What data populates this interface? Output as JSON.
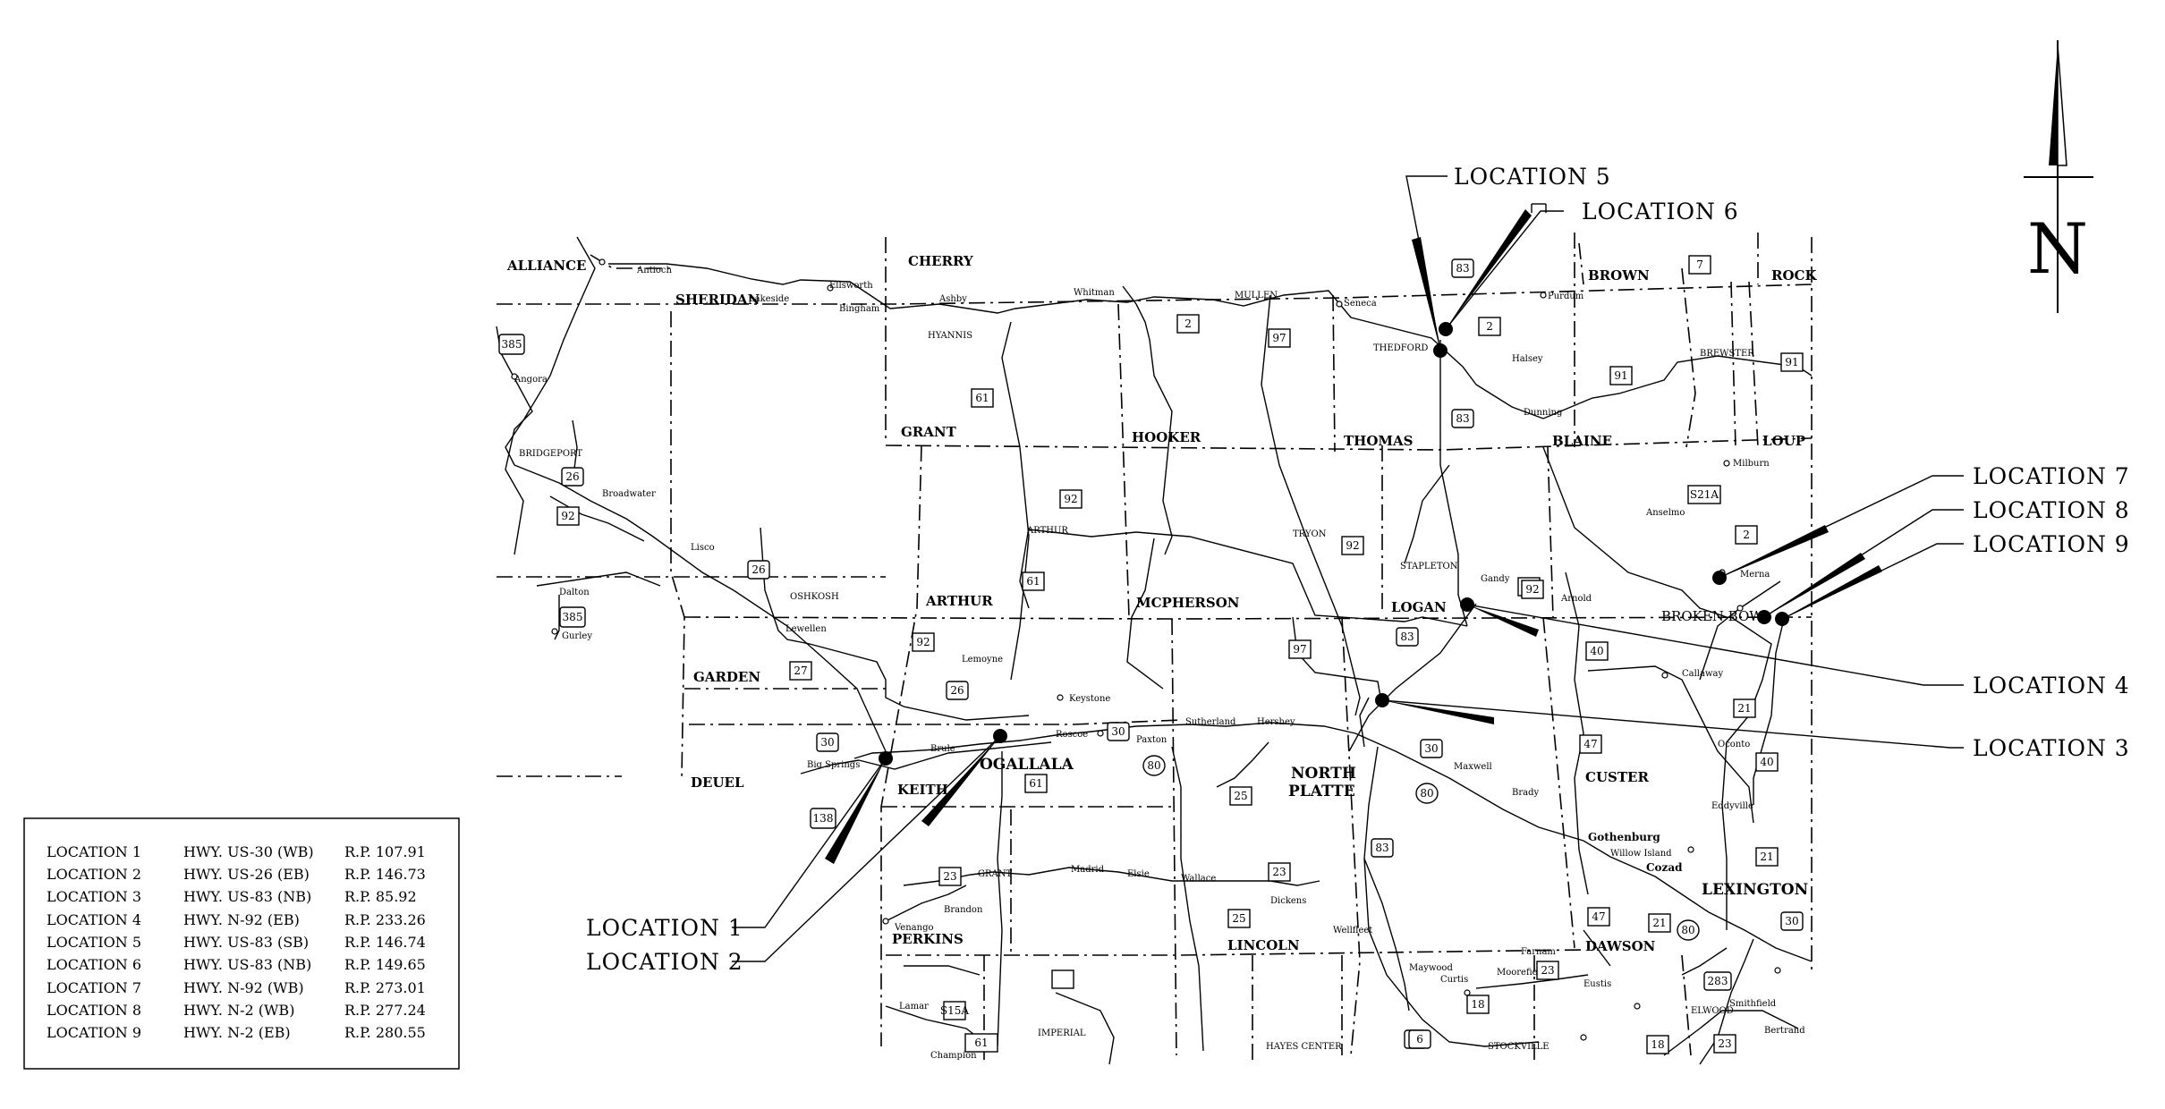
{
  "north_label": "N",
  "counties": [
    {
      "id": "alliance",
      "name": "ALLIANCE"
    },
    {
      "id": "sheridan",
      "name": "SHERIDAN"
    },
    {
      "id": "cherry",
      "name": "CHERRY"
    },
    {
      "id": "brown",
      "name": "BROWN"
    },
    {
      "id": "rock",
      "name": "ROCK"
    },
    {
      "id": "grant",
      "name": "GRANT"
    },
    {
      "id": "hooker",
      "name": "HOOKER"
    },
    {
      "id": "thomas",
      "name": "THOMAS"
    },
    {
      "id": "blaine",
      "name": "BLAINE"
    },
    {
      "id": "loup",
      "name": "LOUP"
    },
    {
      "id": "arthur",
      "name": "ARTHUR"
    },
    {
      "id": "mcpherson",
      "name": "MCPHERSON"
    },
    {
      "id": "logan",
      "name": "LOGAN"
    },
    {
      "id": "garden",
      "name": "GARDEN"
    },
    {
      "id": "deuel",
      "name": "DEUEL"
    },
    {
      "id": "keith",
      "name": "KEITH"
    },
    {
      "id": "custer",
      "name": "CUSTER"
    },
    {
      "id": "perkins",
      "name": "PERKINS"
    },
    {
      "id": "lincoln",
      "name": "LINCOLN"
    },
    {
      "id": "dawson",
      "name": "DAWSON"
    }
  ],
  "cities": [
    {
      "id": "ogallala",
      "name": "OGALLALA"
    },
    {
      "id": "north",
      "name": "NORTH"
    },
    {
      "id": "platte",
      "name": "PLATTE"
    },
    {
      "id": "lexington",
      "name": "LEXINGTON"
    },
    {
      "id": "brokenbow",
      "name": "BROKEN BOW"
    }
  ],
  "towns": [
    {
      "id": "antioch",
      "name": "Antioch"
    },
    {
      "id": "lakeside",
      "name": "Lakeside"
    },
    {
      "id": "ellsworth",
      "name": "Ellsworth"
    },
    {
      "id": "bingham",
      "name": "Bingham"
    },
    {
      "id": "ashby",
      "name": "Ashby"
    },
    {
      "id": "hyannis",
      "name": "HYANNIS"
    },
    {
      "id": "whitman",
      "name": "Whitman"
    },
    {
      "id": "mullen",
      "name": "MULLEN"
    },
    {
      "id": "seneca",
      "name": "Seneca"
    },
    {
      "id": "thedford",
      "name": "THEDFORD"
    },
    {
      "id": "purdum",
      "name": "Purdum"
    },
    {
      "id": "halsey",
      "name": "Halsey"
    },
    {
      "id": "dunning",
      "name": "Dunning"
    },
    {
      "id": "brewster",
      "name": "BREWSTER"
    },
    {
      "id": "milburn",
      "name": "Milburn"
    },
    {
      "id": "anselmo",
      "name": "Anselmo"
    },
    {
      "id": "merna",
      "name": "Merna"
    },
    {
      "id": "angora",
      "name": "Angora"
    },
    {
      "id": "bridgeport",
      "name": "BRIDGEPORT"
    },
    {
      "id": "broadwater",
      "name": "Broadwater"
    },
    {
      "id": "dalton",
      "name": "Dalton"
    },
    {
      "id": "gurley",
      "name": "Gurley"
    },
    {
      "id": "lisco",
      "name": "Lisco"
    },
    {
      "id": "oshkosh",
      "name": "OSHKOSH"
    },
    {
      "id": "lewellen",
      "name": "Lewellen"
    },
    {
      "id": "lemoyne",
      "name": "Lemoyne"
    },
    {
      "id": "keystone",
      "name": "Keystone"
    },
    {
      "id": "arthurtown",
      "name": "ARTHUR"
    },
    {
      "id": "tryon",
      "name": "TRYON"
    },
    {
      "id": "stapleton",
      "name": "STAPLETON"
    },
    {
      "id": "gandy",
      "name": "Gandy"
    },
    {
      "id": "arnold",
      "name": "Arnold"
    },
    {
      "id": "callaway",
      "name": "Callaway"
    },
    {
      "id": "oconto",
      "name": "Oconto"
    },
    {
      "id": "eddyville",
      "name": "Eddyville"
    },
    {
      "id": "bigsprings",
      "name": "Big Springs"
    },
    {
      "id": "brule",
      "name": "Brule"
    },
    {
      "id": "roscoe",
      "name": "Roscoe"
    },
    {
      "id": "paxton",
      "name": "Paxton"
    },
    {
      "id": "sutherland",
      "name": "Sutherland"
    },
    {
      "id": "hershey",
      "name": "Hershey"
    },
    {
      "id": "maxwell",
      "name": "Maxwell"
    },
    {
      "id": "brady",
      "name": "Brady"
    },
    {
      "id": "gothenburg",
      "name": "Gothenburg"
    },
    {
      "id": "willowisland",
      "name": "Willow Island"
    },
    {
      "id": "cozad",
      "name": "Cozad"
    },
    {
      "id": "grant",
      "name": "GRANT"
    },
    {
      "id": "madrid",
      "name": "Madrid"
    },
    {
      "id": "elsie",
      "name": "Elsie"
    },
    {
      "id": "wallace",
      "name": "Wallace"
    },
    {
      "id": "dickens",
      "name": "Dickens"
    },
    {
      "id": "wellfleet",
      "name": "Wellfleet"
    },
    {
      "id": "brandon",
      "name": "Brandon"
    },
    {
      "id": "venango",
      "name": "Venango"
    },
    {
      "id": "lamar",
      "name": "Lamar"
    },
    {
      "id": "imperial",
      "name": "IMPERIAL"
    },
    {
      "id": "champion",
      "name": "Champion"
    },
    {
      "id": "hayescenter",
      "name": "HAYES CENTER"
    },
    {
      "id": "maywood",
      "name": "Maywood"
    },
    {
      "id": "curtis",
      "name": "Curtis"
    },
    {
      "id": "moorefield",
      "name": "Moorefield"
    },
    {
      "id": "farnam",
      "name": "Farnam"
    },
    {
      "id": "stockville",
      "name": "STOCKVILLE"
    },
    {
      "id": "eustis",
      "name": "Eustis"
    },
    {
      "id": "elwood",
      "name": "ELWOOD"
    },
    {
      "id": "smithfield",
      "name": "Smithfield"
    },
    {
      "id": "bertrand",
      "name": "Bertrand"
    }
  ],
  "highway_shields": [
    {
      "id": "s385a",
      "number": "385"
    },
    {
      "id": "s26a",
      "number": "26"
    },
    {
      "id": "s92a",
      "number": "92"
    },
    {
      "id": "s385b",
      "number": "385"
    },
    {
      "id": "s26b",
      "number": "26"
    },
    {
      "id": "s27",
      "number": "27"
    },
    {
      "id": "s92b",
      "number": "92"
    },
    {
      "id": "s26c",
      "number": "26"
    },
    {
      "id": "s30a",
      "number": "30"
    },
    {
      "id": "s138",
      "number": "138"
    },
    {
      "id": "s61a",
      "number": "61"
    },
    {
      "id": "s2a",
      "number": "2"
    },
    {
      "id": "s97a",
      "number": "97"
    },
    {
      "id": "s61b",
      "number": "61"
    },
    {
      "id": "s92c",
      "number": "92"
    },
    {
      "id": "s61c",
      "number": "61"
    },
    {
      "id": "s83a",
      "number": "83"
    },
    {
      "id": "s2b",
      "number": "2"
    },
    {
      "id": "s83b",
      "number": "83"
    },
    {
      "id": "s7",
      "number": "7"
    },
    {
      "id": "s91a",
      "number": "91"
    },
    {
      "id": "s91b",
      "number": "91"
    },
    {
      "id": "s92d",
      "number": "92"
    },
    {
      "id": "s83c",
      "number": "83"
    },
    {
      "id": "s92e",
      "number": "92"
    },
    {
      "id": "s97b",
      "number": "97"
    },
    {
      "id": "s92f",
      "number": "92"
    },
    {
      "id": "s21a",
      "number": "S21A"
    },
    {
      "id": "s2c",
      "number": "2"
    },
    {
      "id": "s40a",
      "number": "40"
    },
    {
      "id": "s47a",
      "number": "47"
    },
    {
      "id": "s21b",
      "number": "21"
    },
    {
      "id": "s40b",
      "number": "40"
    },
    {
      "id": "s30b",
      "number": "30"
    },
    {
      "id": "s80a",
      "number": "80"
    },
    {
      "id": "s80b",
      "number": "80"
    },
    {
      "id": "s30c",
      "number": "30"
    },
    {
      "id": "s25a",
      "number": "25"
    },
    {
      "id": "s23a",
      "number": "23"
    },
    {
      "id": "s23b",
      "number": "23"
    },
    {
      "id": "s25b",
      "number": "25"
    },
    {
      "id": "s83d",
      "number": "83"
    },
    {
      "id": "s21c",
      "number": "21"
    },
    {
      "id": "s47b",
      "number": "47"
    },
    {
      "id": "s21d",
      "number": "21"
    },
    {
      "id": "s80c",
      "number": "80"
    },
    {
      "id": "s30d",
      "number": "30"
    },
    {
      "id": "s23c",
      "number": "23"
    },
    {
      "id": "s283",
      "number": "283"
    },
    {
      "id": "s18a",
      "number": "18"
    },
    {
      "id": "s18b",
      "number": "18"
    },
    {
      "id": "s23d",
      "number": "23"
    },
    {
      "id": "s83e",
      "number": "83"
    },
    {
      "id": "s6",
      "number": "6"
    },
    {
      "id": "s15a",
      "number": "S15A"
    },
    {
      "id": "s61d",
      "number": "61"
    }
  ],
  "location_callouts": [
    {
      "id": "loc1",
      "label": "LOCATION 1"
    },
    {
      "id": "loc2",
      "label": "LOCATION 2"
    },
    {
      "id": "loc3",
      "label": "LOCATION 3"
    },
    {
      "id": "loc4",
      "label": "LOCATION 4"
    },
    {
      "id": "loc5",
      "label": "LOCATION 5"
    },
    {
      "id": "loc6",
      "label": "LOCATION 6"
    },
    {
      "id": "loc7",
      "label": "LOCATION 7"
    },
    {
      "id": "loc8",
      "label": "LOCATION 8"
    },
    {
      "id": "loc9",
      "label": "LOCATION 9"
    }
  ],
  "legend": [
    {
      "location": "LOCATION 1",
      "highway": "HWY. US-30 (WB)",
      "rp": "R.P. 107.91"
    },
    {
      "location": "LOCATION 2",
      "highway": "HWY. US-26 (EB)",
      "rp": "R.P. 146.73"
    },
    {
      "location": "LOCATION 3",
      "highway": "HWY. US-83 (NB)",
      "rp": "R.P. 85.92"
    },
    {
      "location": "LOCATION 4",
      "highway": "HWY. N-92 (EB)",
      "rp": "R.P. 233.26"
    },
    {
      "location": "LOCATION 5",
      "highway": "HWY. US-83 (SB)",
      "rp": "R.P. 146.74"
    },
    {
      "location": "LOCATION 6",
      "highway": "HWY. US-83 (NB)",
      "rp": "R.P. 149.65"
    },
    {
      "location": "LOCATION 7",
      "highway": "HWY. N-92 (WB)",
      "rp": "R.P. 273.01"
    },
    {
      "location": "LOCATION 8",
      "highway": "HWY. N-2 (WB)",
      "rp": "R.P. 277.24"
    },
    {
      "location": "LOCATION 9",
      "highway": "HWY. N-2 (EB)",
      "rp": "R.P. 280.55"
    }
  ]
}
